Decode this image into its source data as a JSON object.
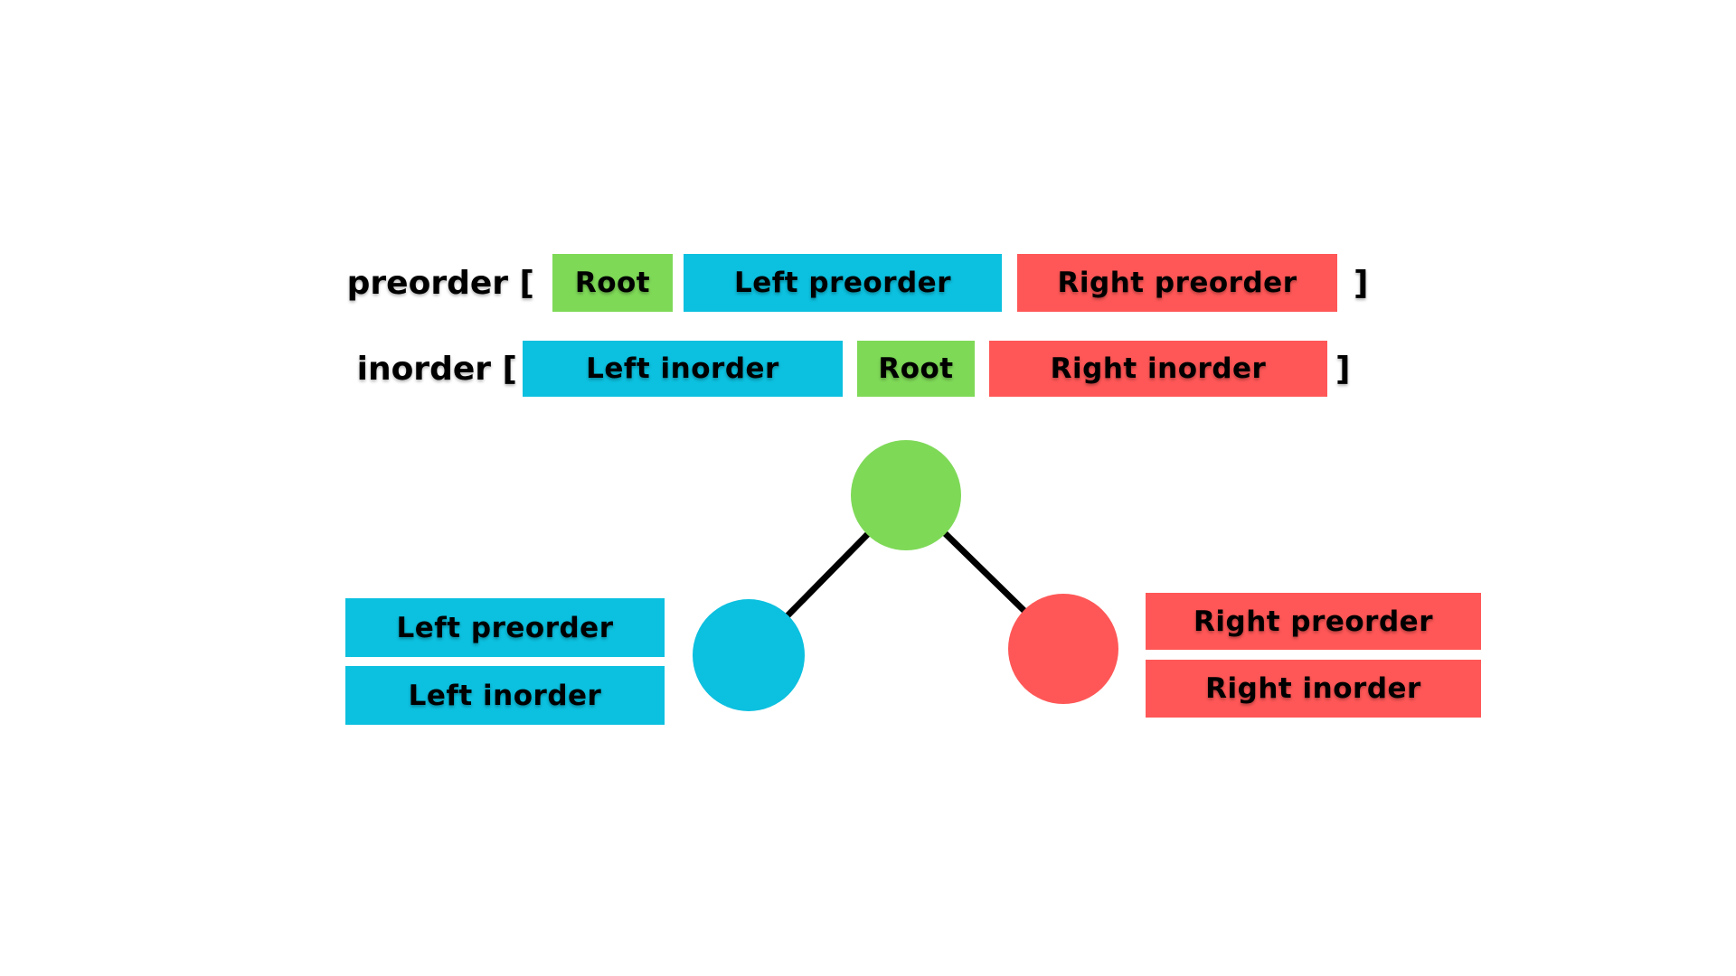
{
  "colors": {
    "green": "#7ED957",
    "cyan": "#0CC0DF",
    "red": "#FF5757",
    "edge": "#000000",
    "text": "#000000",
    "background": "#FFFFFF"
  },
  "preorder_row": {
    "label": "preorder [",
    "closing_bracket": "]",
    "segments": [
      {
        "text": "Root",
        "color": "green"
      },
      {
        "text": "Left preorder",
        "color": "cyan"
      },
      {
        "text": "Right preorder",
        "color": "red"
      }
    ]
  },
  "inorder_row": {
    "label": "inorder [",
    "closing_bracket": "]",
    "segments": [
      {
        "text": "Left inorder",
        "color": "cyan"
      },
      {
        "text": "Root",
        "color": "green"
      },
      {
        "text": "Right inorder",
        "color": "red"
      }
    ]
  },
  "tree": {
    "nodes": [
      {
        "name": "root",
        "color": "green"
      },
      {
        "name": "left-child",
        "color": "cyan"
      },
      {
        "name": "right-child",
        "color": "red"
      }
    ],
    "left_labels": [
      {
        "text": "Left preorder",
        "color": "cyan"
      },
      {
        "text": "Left inorder",
        "color": "cyan"
      }
    ],
    "right_labels": [
      {
        "text": "Right preorder",
        "color": "red"
      },
      {
        "text": "Right inorder",
        "color": "red"
      }
    ]
  }
}
